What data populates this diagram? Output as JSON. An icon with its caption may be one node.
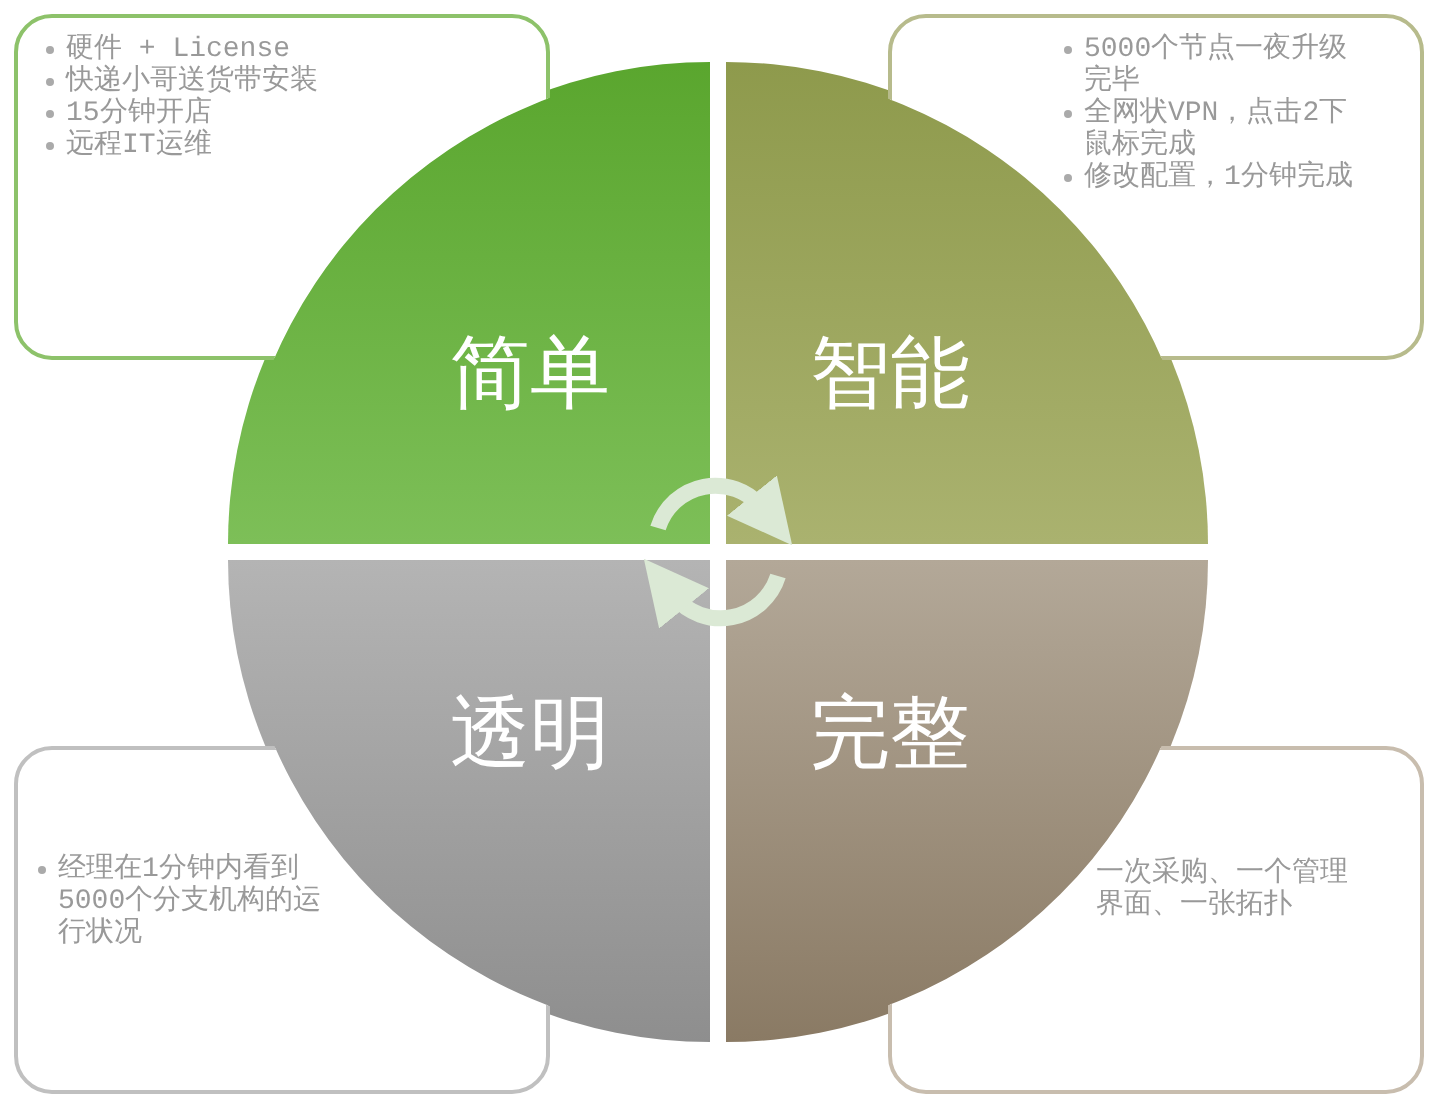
{
  "diagram": {
    "nodes": [
      {
        "text": [
          "简单"
        ]
      },
      {
        "text": [
          "智能"
        ]
      },
      {
        "text": [
          "透明"
        ]
      },
      {
        "text": [
          "完整"
        ]
      },
      {
        "text": [
          "硬件 + License",
          "快递小哥送货带安装",
          "15分钟开店",
          "远程IT运维"
        ]
      },
      {
        "text": [
          "5000个节点一夜升级完毕",
          "全网状VPN，点击2下鼠标完成",
          "修改配置，1分钟完成"
        ]
      },
      {
        "text": [
          "经理在1分钟内看到5000个分支机构的运行状况"
        ]
      },
      {
        "text": [
          "一次采购、一个管理界面、一张拓扑"
        ]
      }
    ],
    "edges": [
      {
        "from": 0,
        "to": 1,
        "arrow": "to"
      },
      {
        "from": 3,
        "to": 2,
        "arrow": "to"
      }
    ]
  }
}
